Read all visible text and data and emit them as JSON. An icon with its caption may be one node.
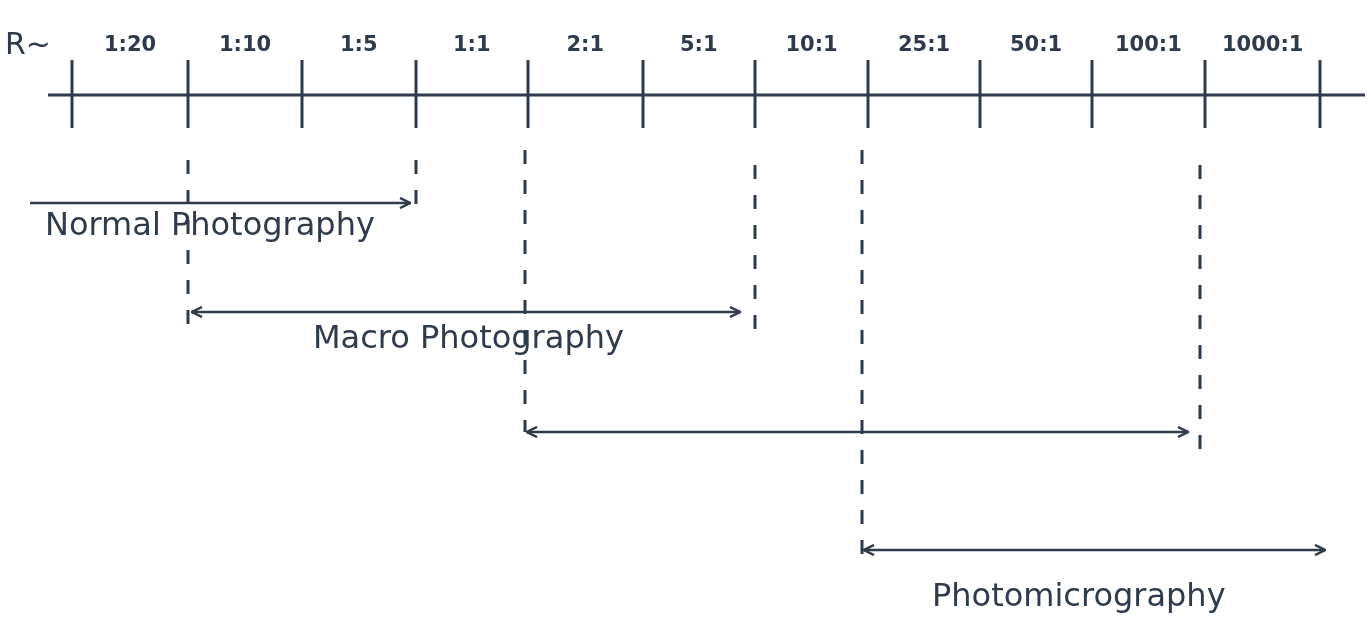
{
  "diagram": {
    "labels": [
      "R~",
      "1:20",
      "1:10",
      "1:5",
      "1:1",
      "2:1",
      "5:1",
      "10:1",
      "25:1",
      "50:1",
      "100:1",
      "1000:1",
      "Normal Photography",
      "Macro Photography",
      "Photomicrography"
    ]
  }
}
